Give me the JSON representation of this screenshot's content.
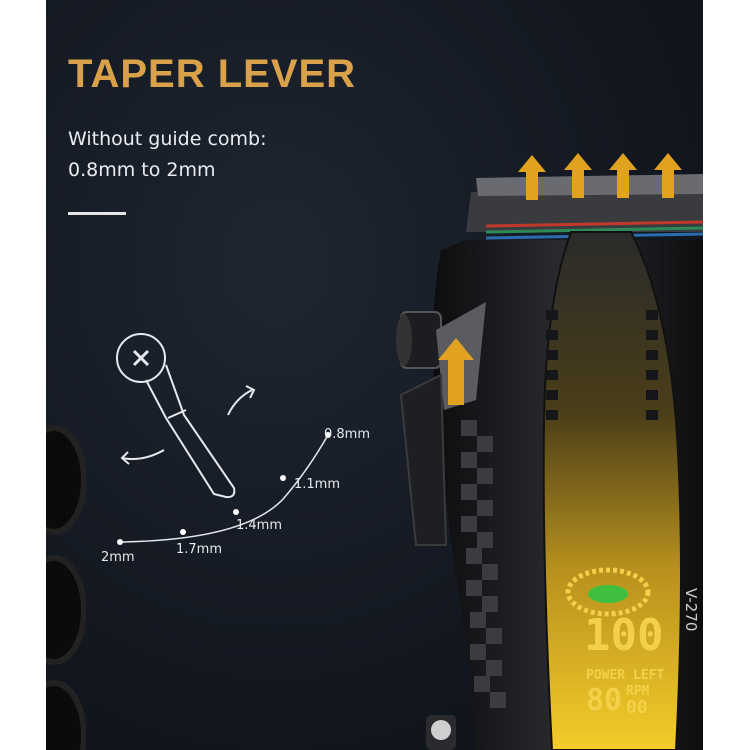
{
  "title": "TAPER LEVER",
  "subtitle_line1": "Without guide comb:",
  "subtitle_line2": "0.8mm to 2mm",
  "settings": [
    {
      "label": "0.8mm"
    },
    {
      "label": "1.1mm"
    },
    {
      "label": "1.4mm"
    },
    {
      "label": "1.7mm"
    },
    {
      "label": "2mm"
    }
  ],
  "display": {
    "digits": "100",
    "power_label": "POWER LEFT",
    "rpm_digits": "80",
    "rpm_label": "RPM",
    "rpm_value": "00"
  },
  "model": "V-270",
  "icons": [
    "screw-icon",
    "arrow-up-icon",
    "rotate-arrow-icon"
  ],
  "colors": {
    "accent_gold": "#d9a24a",
    "background": "#141922"
  }
}
